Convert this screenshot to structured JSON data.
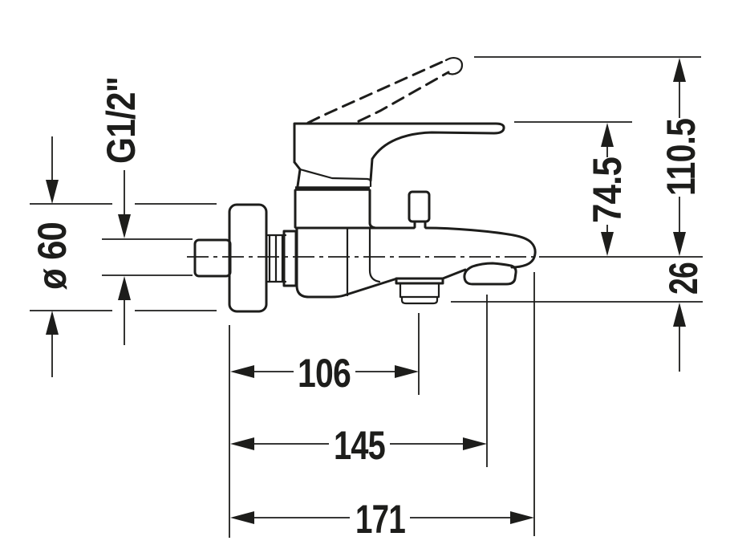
{
  "drawing": {
    "kind": "technical-dimension-drawing",
    "view": "single-lever bath mixer tap, side elevation",
    "colors": {
      "ink": "#1d1d1b",
      "background": "#ffffff"
    }
  },
  "labels": {
    "thread_size": "G1/2\"",
    "escutcheon_diameter": "ø 60",
    "height_handle": "74.5",
    "height_overall": "110.5",
    "height_outlet_offset": "26",
    "reach_outlet": "106",
    "reach_spout_lip": "145",
    "reach_overall": "171"
  }
}
